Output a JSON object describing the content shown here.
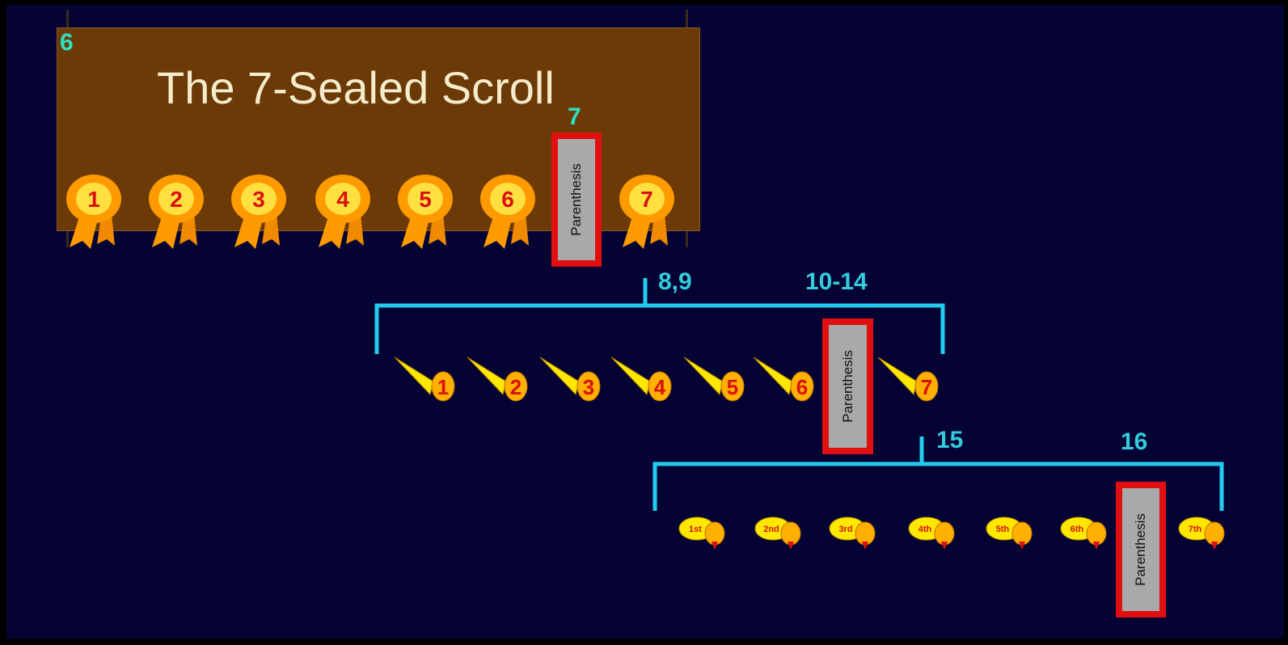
{
  "scroll": {
    "title": "The 7-Sealed Scroll",
    "chapter_left": "6",
    "chapter_parenthesis": "7",
    "seals": [
      "1",
      "2",
      "3",
      "4",
      "5",
      "6",
      "7"
    ],
    "parenthesis": "Parenthesis"
  },
  "trumpets": {
    "chapter_start": "8,9",
    "chapter_parenthesis": "10-14",
    "items": [
      "1",
      "2",
      "3",
      "4",
      "5",
      "6",
      "7"
    ],
    "parenthesis": "Parenthesis"
  },
  "bowls": {
    "chapter_start": "15",
    "chapter_parenthesis": "16",
    "items": [
      "1st",
      "2nd",
      "3rd",
      "4th",
      "5th",
      "6th",
      "7th"
    ],
    "parenthesis": "Parenthesis"
  },
  "colors": {
    "background": "#050333",
    "scroll": "#6b3a06",
    "bracket": "#22ccee",
    "parenthesis_border": "#e01010",
    "parenthesis_fill": "#a9a9a9",
    "number_red": "#d81010",
    "gold": "#ffb400"
  }
}
